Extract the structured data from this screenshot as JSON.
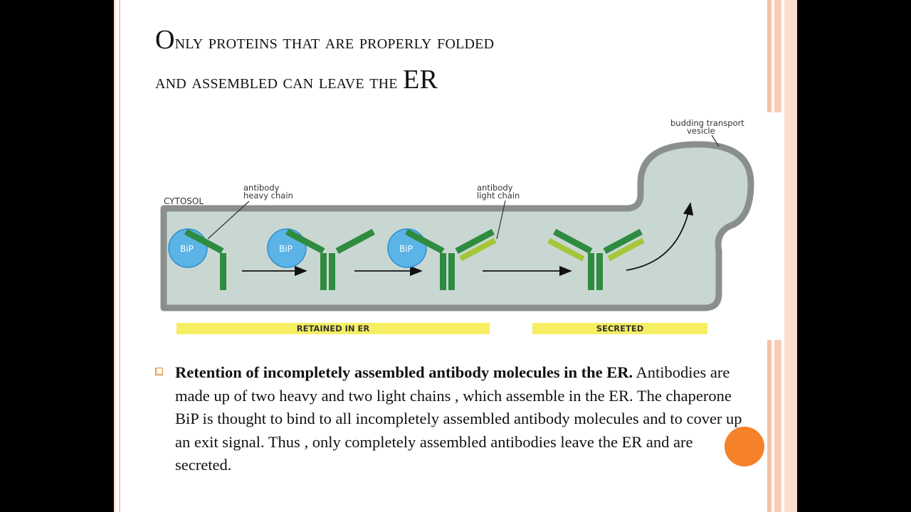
{
  "slide": {
    "title_first_letter_1": "O",
    "title_rest_1": "nly proteins that are properly folded",
    "title_rest_2": "and assembled can leave the ",
    "title_er": "ER"
  },
  "figure": {
    "label_budding_1": "budding transport",
    "label_budding_2": "vesicle",
    "label_heavy_1": "antibody",
    "label_heavy_2": "heavy chain",
    "label_light_1": "antibody",
    "label_light_2": "light chain",
    "label_cytosol": "CYTOSOL",
    "label_bip": "BiP",
    "label_retained": "RETAINED IN ER",
    "label_secreted": "SECRETED"
  },
  "bullet": {
    "bold_text": "Retention of incompletely assembled antibody molecules in the ER.",
    "body_text": " Antibodies are made up of two heavy and two light chains , which assemble in the ER. The chaperone BiP is thought to bind to all incompletely assembled antibody molecules and to cover up an exit signal. Thus , only completely assembled antibodies leave the ER and are secreted."
  },
  "colors": {
    "accent_orange": "#f47a1f",
    "stripe_peach": "#f8cdb8",
    "er_lumen": "#c9d7d3",
    "er_membrane": "#8a8f8d",
    "heavy_chain": "#2e8b3f",
    "light_chain": "#a6c63a",
    "bip_blue": "#5bb4e5",
    "label_bar_yellow": "#f6ef63"
  }
}
